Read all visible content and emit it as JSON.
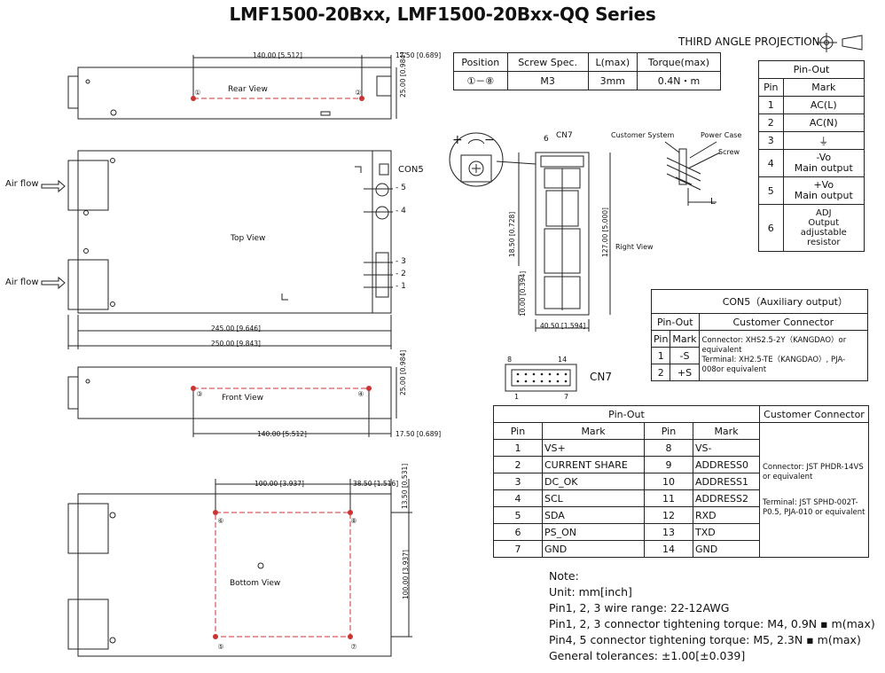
{
  "title": "LMF1500-20Bxx, LMF1500-20Bxx-QQ Series",
  "projection": "THIRD ANGLE PROJECTION",
  "views": {
    "rear": "Rear View",
    "top": "Top View",
    "front": "Front View",
    "bottom": "Bottom View",
    "right": "Right View"
  },
  "labels": {
    "airflow": "Air flow",
    "con5": "CON5",
    "cn7": "CN7",
    "customer_system": "Customer System",
    "power_case": "Power Case",
    "screw": "Screw",
    "l": "L",
    "six": "6",
    "cn7_pin8": "8",
    "cn7_pin14": "14",
    "cn7_pin1": "1",
    "cn7_pin7": "7",
    "con5_pin2": "2",
    "con5_pin1": "1"
  },
  "dimensions": {
    "d140_top": "140.00 [5.512]",
    "d17_top": "17.50 [0.689]",
    "d25_rear": "25.00 [0.984]",
    "d245": "245.00 [9.646]",
    "d250": "250.00 [9.843]",
    "d25_front": "25.00 [0.984]",
    "d140_front": "140.00 [5.512]",
    "d17_front": "17.50 [0.689]",
    "d100_bottom": "100.00 [3.937]",
    "d38": "38.50 [1.516]",
    "d13": "13.50 [0.531]",
    "d100_v": "100.00 [3.937]",
    "d18": "18.50 [0.728]",
    "d127": "127.00 [5.000]",
    "d10": "10.00 [0.394]",
    "d40": "40.50 [1.594]"
  },
  "screw_table": {
    "headers": [
      "Position",
      "Screw Spec.",
      "L(max)",
      "Torque(max)"
    ],
    "row": [
      "①－⑧",
      "M3",
      "3mm",
      "0.4N・m"
    ]
  },
  "pinout_main": {
    "title": "Pin-Out",
    "headers": [
      "Pin",
      "Mark"
    ],
    "rows": [
      [
        "1",
        "AC(L)"
      ],
      [
        "2",
        "AC(N)"
      ],
      [
        "3",
        "⏚"
      ],
      [
        "4",
        "-Vo\nMain output"
      ],
      [
        "5",
        "+Vo\nMain output"
      ],
      [
        "6",
        "ADJ\nOutput\nadjustable\nresistor"
      ]
    ]
  },
  "con5_table": {
    "title": "CON5（Auxiliary output）",
    "pinout": "Pin-Out",
    "customer": "Customer Connector",
    "headers": [
      "Pin",
      "Mark"
    ],
    "rows": [
      [
        "1",
        "-S"
      ],
      [
        "2",
        "+S"
      ]
    ],
    "connector_text": "Connector: XHS2.5-2Y（KANGDAO）or equivalent",
    "terminal_text": "Terminal: XH2.5-TE（KANGDAO）, PJA-008or equivalent"
  },
  "cn7_table": {
    "pinout": "Pin-Out",
    "customer": "Customer Connector",
    "headers": [
      "Pin",
      "Mark",
      "Pin",
      "Mark"
    ],
    "rows": [
      [
        "1",
        "VS+",
        "8",
        "VS-"
      ],
      [
        "2",
        "CURRENT SHARE",
        "9",
        "ADDRESS0"
      ],
      [
        "3",
        "DC_OK",
        "10",
        "ADDRESS1"
      ],
      [
        "4",
        "SCL",
        "11",
        "ADDRESS2"
      ],
      [
        "5",
        "SDA",
        "12",
        "RXD"
      ],
      [
        "6",
        "PS_ON",
        "13",
        "TXD"
      ],
      [
        "7",
        "GND",
        "14",
        "GND"
      ]
    ],
    "connector_text": "Connector: JST PHDR-14VS or equivalent",
    "terminal_text": "Terminal: JST SPHD-002T-P0.5, PJA-010 or equivalent"
  },
  "notes": [
    "Note:",
    "Unit: mm[inch]",
    "Pin1, 2, 3 wire range: 22-12AWG",
    "Pin1, 2, 3 connector tightening torque: M4, 0.9N ▪ m(max)",
    "Pin4, 5 connector tightening torque: M5, 2.3N ▪ m(max)",
    "General tolerances: ±1.00[±0.039]"
  ]
}
